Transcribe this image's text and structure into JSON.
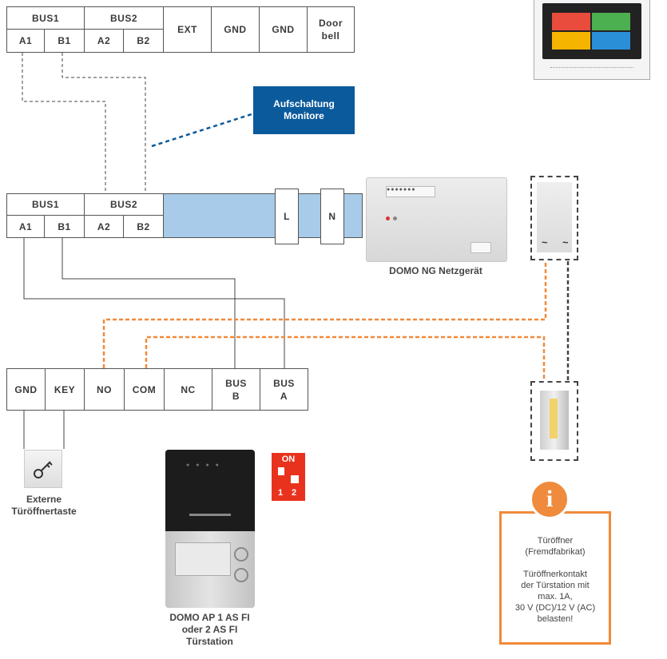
{
  "monitor_terminal": {
    "bus1": "BUS1",
    "bus2": "BUS2",
    "ext": "EXT",
    "gnd1": "GND",
    "gnd2": "GND",
    "door_bell_line1": "Door",
    "door_bell_line2": "bell",
    "a1": "A1",
    "b1": "B1",
    "a2": "A2",
    "b2": "B2"
  },
  "callout": {
    "line1": "Aufschaltung",
    "line2": "Monitore",
    "color": "#0b5a9c"
  },
  "power_terminal": {
    "bus1": "BUS1",
    "bus2": "BUS2",
    "a1": "A1",
    "b1": "B1",
    "a2": "A2",
    "b2": "B2",
    "l": "L",
    "n": "N",
    "rail_color": "#a7cbe8"
  },
  "power_supply": {
    "caption": "DOMO NG Netzgerät"
  },
  "door_terminal": {
    "gnd": "GND",
    "key": "KEY",
    "no": "NO",
    "com": "COM",
    "nc": "NC",
    "bus_b_line1": "BUS",
    "bus_b_line2": "B",
    "bus_a_line1": "BUS",
    "bus_a_line2": "A"
  },
  "key_button": {
    "icon": "key-icon",
    "caption_line1": "Externe",
    "caption_line2": "Türöffnertaste"
  },
  "dip_switch": {
    "on_label": "ON",
    "switch1": "1",
    "switch2": "2",
    "color": "#e8321e"
  },
  "door_station": {
    "caption_line1": "DOMO AP 1 AS FI",
    "caption_line2": "oder 2 AS FI",
    "caption_line3": "Türstation"
  },
  "info_box": {
    "icon": "info-icon",
    "line1": "Türöffner",
    "line2": "(Fremdfabrikat)",
    "line3": "Türöffnerkontakt",
    "line4": "der Türstation mit",
    "line5": "max. 1A,",
    "line6": "30 V (DC)/12 V (AC)",
    "line7": "belasten!",
    "accent": "#f08a3c"
  },
  "transformer": {
    "ac1": "~",
    "ac2": "~"
  },
  "colors": {
    "wire": "#444444",
    "orange_wire": "#f08a3c",
    "blue_dash": "#0b5a9c"
  }
}
